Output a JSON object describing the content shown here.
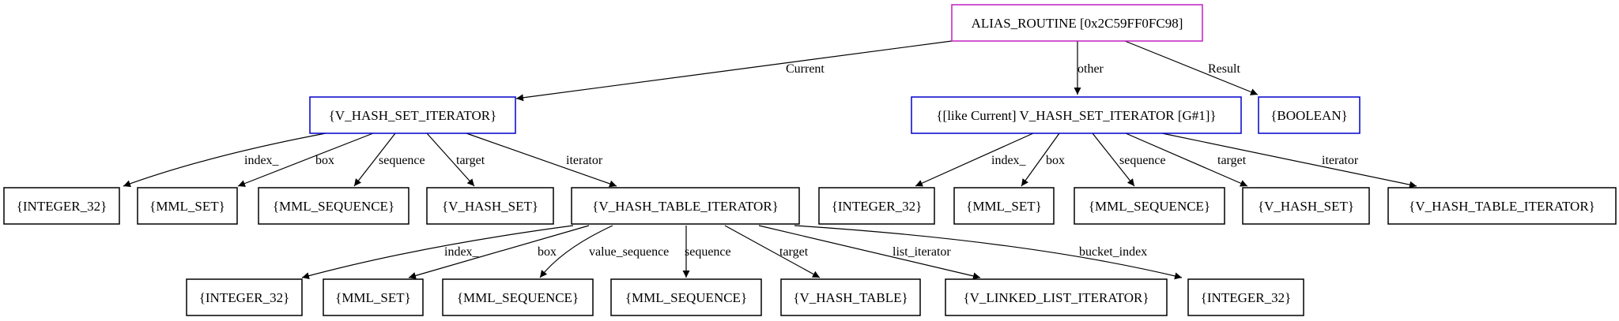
{
  "colors": {
    "root_border": "#c020c0",
    "class_border": "#0000cc",
    "leaf_border": "#000000",
    "edge": "#000000",
    "text": "#000000"
  },
  "nodes": {
    "alias_routine": "ALIAS_ROUTINE [0x2C59FF0FC98]",
    "current_type": "{V_HASH_SET_ITERATOR}",
    "other_type": "{[like Current] V_HASH_SET_ITERATOR [G#1]}",
    "result_type": "{BOOLEAN}",
    "c_index": "{INTEGER_32}",
    "c_box": "{MML_SET}",
    "c_sequence": "{MML_SEQUENCE}",
    "c_target": "{V_HASH_SET}",
    "c_iterator": "{V_HASH_TABLE_ITERATOR}",
    "o_index": "{INTEGER_32}",
    "o_box": "{MML_SET}",
    "o_sequence": "{MML_SEQUENCE}",
    "o_target": "{V_HASH_SET}",
    "o_iterator": "{V_HASH_TABLE_ITERATOR}",
    "i_index": "{INTEGER_32}",
    "i_box": "{MML_SET}",
    "i_value_sequence": "{MML_SEQUENCE}",
    "i_sequence": "{MML_SEQUENCE}",
    "i_target": "{V_HASH_TABLE}",
    "i_list_iterator": "{V_LINKED_LIST_ITERATOR}",
    "i_bucket_index": "{INTEGER_32}"
  },
  "edges": {
    "current": "Current",
    "other": "other",
    "result": "Result",
    "c_index": "index_",
    "c_box": "box",
    "c_sequence": "sequence",
    "c_target": "target",
    "c_iterator": "iterator",
    "o_index": "index_",
    "o_box": "box",
    "o_sequence": "sequence",
    "o_target": "target",
    "o_iterator": "iterator",
    "i_index": "index_",
    "i_box": "box",
    "i_value_sequence": "value_sequence",
    "i_sequence": "sequence",
    "i_target": "target",
    "i_list_iterator": "list_iterator",
    "i_bucket_index": "bucket_index"
  }
}
